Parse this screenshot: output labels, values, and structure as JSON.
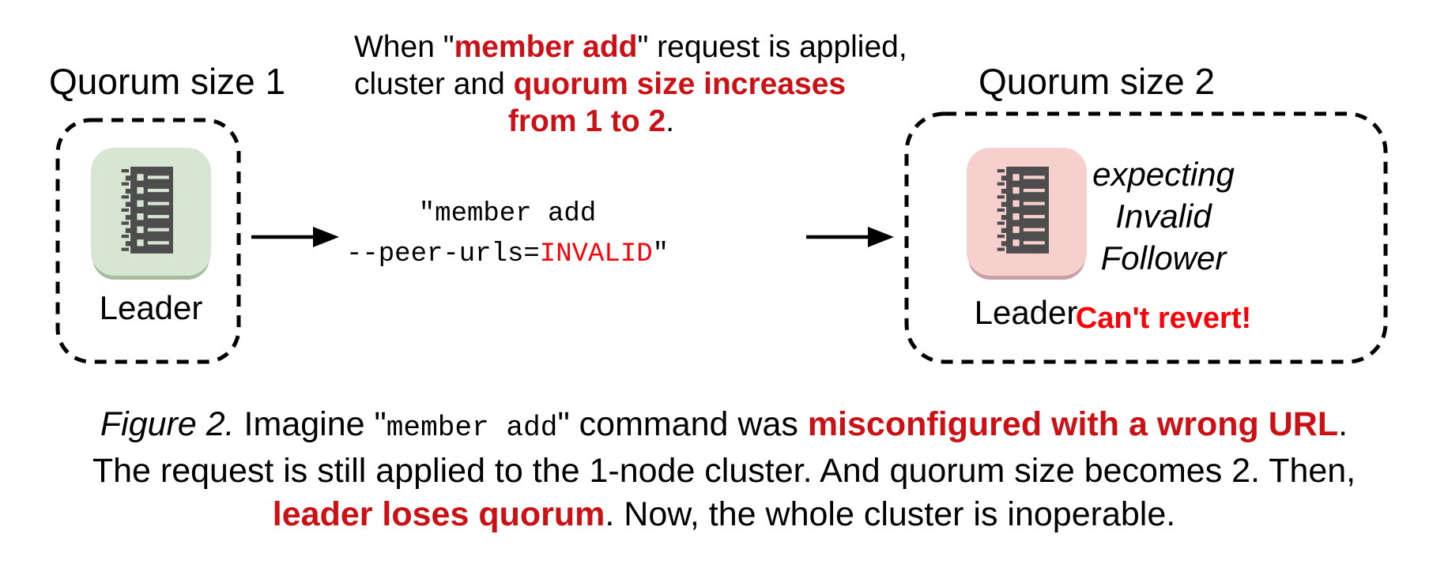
{
  "colors": {
    "page-bg": "#ffffff",
    "text": "#000000",
    "em-red": "#cc1116",
    "bright-red": "#fb0007",
    "node-green-bg": "#d7e6d2",
    "node-green-shadow": "#a6bda0",
    "node-pink-bg": "#f7cfcd",
    "node-pink-shadow": "#c7a0a3",
    "icon-dark": "#4d4d4d"
  },
  "left_cluster": {
    "title": "Quorum size 1",
    "node_label": "Leader"
  },
  "annotation": {
    "lines": [
      [
        {
          "text": "When \""
        },
        {
          "text": "member add",
          "class": "em-red"
        },
        {
          "text": "\" request is applied,"
        }
      ],
      [
        {
          "text": "cluster and "
        },
        {
          "text": "quorum size increases",
          "class": "em-red"
        }
      ],
      [
        {
          "text": "from 1 to 2",
          "class": "em-red"
        },
        {
          "text": "."
        }
      ]
    ]
  },
  "command": {
    "lines": [
      [
        {
          "text": "\"member add"
        }
      ],
      [
        {
          "text": "--peer-urls="
        },
        {
          "text": "INVALID",
          "class": "bright-red"
        },
        {
          "text": "\""
        }
      ]
    ]
  },
  "right_cluster": {
    "title": "Quorum size 2",
    "node_label": "Leader",
    "expecting_lines": [
      "expecting",
      "Invalid",
      "Follower"
    ],
    "warning": "Can't revert!"
  },
  "caption": {
    "lines": [
      [
        {
          "text": "Figure 2.",
          "class": "italic"
        },
        {
          "text": " Imagine \""
        },
        {
          "text": "member add",
          "class": "mono"
        },
        {
          "text": "\" command was "
        },
        {
          "text": "misconfigured with a wrong URL",
          "class": "em-red"
        },
        {
          "text": "."
        }
      ],
      [
        {
          "text": "The request is still applied to the 1-node cluster. And quorum size becomes 2. Then,"
        }
      ],
      [
        {
          "text": "leader loses quorum",
          "class": "em-red"
        },
        {
          "text": ". Now, the whole cluster is inoperable."
        }
      ]
    ]
  }
}
